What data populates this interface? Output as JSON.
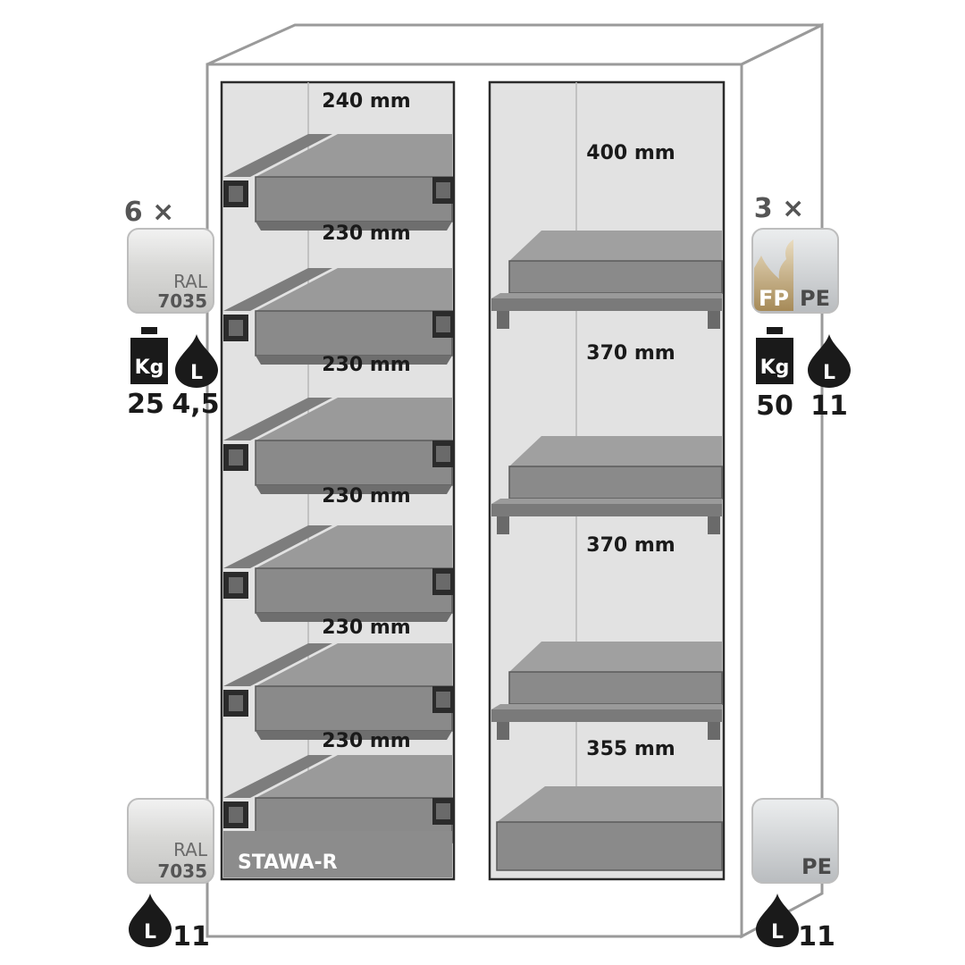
{
  "left_compartment": {
    "heights": [
      "240 mm",
      "230 mm",
      "230 mm",
      "230 mm",
      "230 mm",
      "230 mm"
    ],
    "product_label": "STAWA-R"
  },
  "right_compartment": {
    "heights": [
      "400 mm",
      "370 mm",
      "370 mm",
      "355 mm"
    ]
  },
  "left_top_spec": {
    "quantity": "6 ×",
    "badge_line1": "RAL",
    "badge_line2": "7035",
    "weight_icon": "Kg",
    "weight_value": "25",
    "volume_icon": "L",
    "volume_value": "4,5"
  },
  "right_top_spec": {
    "quantity": "3 ×",
    "badge_left": "FP",
    "badge_right": "PE",
    "weight_icon": "Kg",
    "weight_value": "50",
    "volume_icon": "L",
    "volume_value": "11"
  },
  "left_bottom_spec": {
    "badge_line1": "RAL",
    "badge_line2": "7035",
    "volume_icon": "L",
    "volume_value": "11"
  },
  "right_bottom_spec": {
    "badge": "PE",
    "volume_icon": "L",
    "volume_value": "11"
  },
  "colors": {
    "cabinet_outline": "#9a9a9a",
    "interior": "#e2e2e2",
    "tray": "#8f8f8f",
    "tray_dark": "#6e6e6e",
    "ral_badge": "#d3d3d1",
    "fp_badge": "#b49a6c",
    "pe_badge": "#c9cbcd",
    "text": "#1a1a1a"
  }
}
